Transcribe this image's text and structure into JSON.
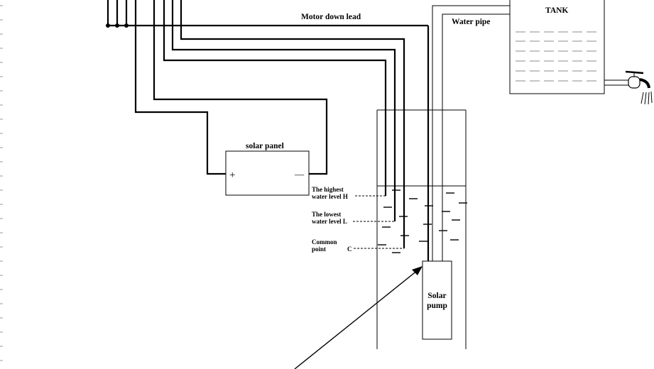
{
  "labels": {
    "motor_down_lead": "Motor down lead",
    "tank": "TANK",
    "water_pipe": "Water pipe",
    "solar_panel": "solar panel",
    "panel_plus": "+",
    "panel_minus": "—",
    "highest_line1": "The highest",
    "highest_line2": "water level H",
    "lowest_line1": "The lowest",
    "lowest_line2": "water level  L",
    "common_line1": "Common",
    "common_line2": "point",
    "common_letter": "C",
    "pump_line1": "Solar",
    "pump_line2": "pump"
  },
  "icons": {
    "faucet": "faucet-icon"
  }
}
